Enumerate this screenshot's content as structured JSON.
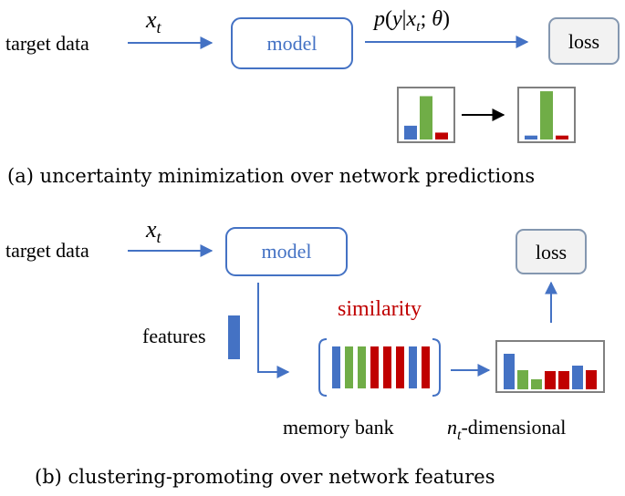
{
  "panel_a": {
    "input_label": "target data",
    "input_var": "x",
    "input_var_sub": "t",
    "model_label": "model",
    "prediction_label": {
      "p": "p",
      "open": "(",
      "y": "y",
      "bar": "|",
      "x": "x",
      "sub": "t",
      "semi": "; ",
      "theta": "θ",
      "close": ")"
    },
    "loss_label": "loss",
    "caption": "(a) uncertainty minimization over network predictions",
    "hist_before": [
      {
        "value": 0.28,
        "color": "#4472C4"
      },
      {
        "value": 0.88,
        "color": "#70AD47"
      },
      {
        "value": 0.14,
        "color": "#C00000"
      }
    ],
    "hist_after": [
      {
        "value": 0.08,
        "color": "#4472C4"
      },
      {
        "value": 0.98,
        "color": "#70AD47"
      },
      {
        "value": 0.08,
        "color": "#C00000"
      }
    ]
  },
  "panel_b": {
    "input_label": "target data",
    "input_var": "x",
    "input_var_sub": "t",
    "model_label": "model",
    "loss_label": "loss",
    "features_label": "features",
    "similarity_label": "similarity",
    "memory_bank_label": "memory bank",
    "dim_var": "n",
    "dim_var_sub": "t",
    "dim_label": "-dimensional",
    "caption": "(b) clustering-promoting over network features",
    "memory_bank_colors": [
      "#4472C4",
      "#70AD47",
      "#70AD47",
      "#C00000",
      "#C00000",
      "#C00000",
      "#4472C4",
      "#C00000"
    ],
    "similarity_hist": [
      {
        "value": 0.78,
        "color": "#4472C4"
      },
      {
        "value": 0.42,
        "color": "#70AD47"
      },
      {
        "value": 0.22,
        "color": "#70AD47"
      },
      {
        "value": 0.4,
        "color": "#C00000"
      },
      {
        "value": 0.4,
        "color": "#C00000"
      },
      {
        "value": 0.52,
        "color": "#4472C4"
      },
      {
        "value": 0.42,
        "color": "#C00000"
      }
    ]
  },
  "colors": {
    "arrow": "#4472C4",
    "box_stroke": "#4472C4",
    "loss_fill": "#F2F2F2",
    "loss_stroke": "#8497B0",
    "similarity": "#C00000",
    "feature": "#4472C4"
  }
}
